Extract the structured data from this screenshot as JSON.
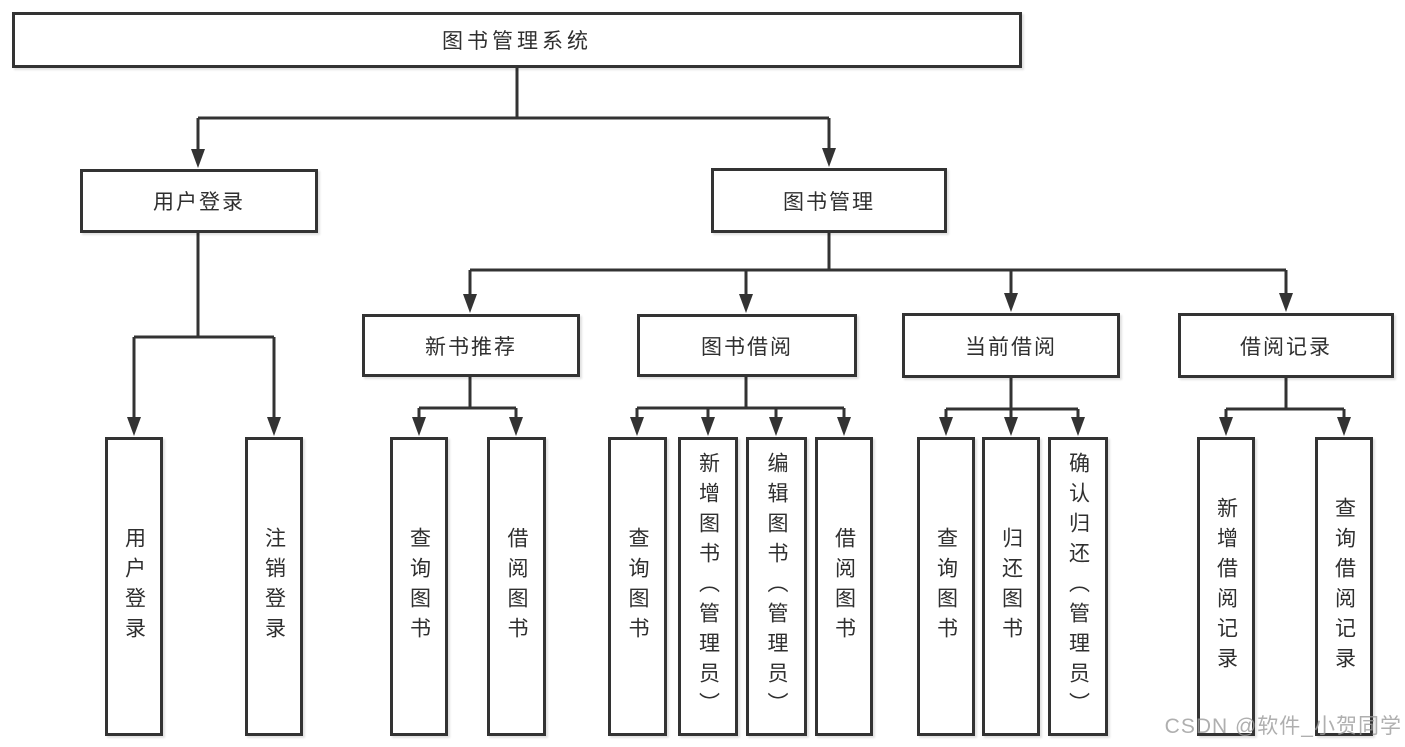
{
  "page": {
    "background": "#ffffff",
    "line_color": "#333333",
    "box_border_color": "#333333",
    "text_color": "#2f2f2f",
    "watermark_color": "#9b9b9b"
  },
  "tree": {
    "root": {
      "label": "图书管理系统"
    },
    "level2": [
      {
        "id": "user-login",
        "label": "用户登录"
      },
      {
        "id": "book-management",
        "label": "图书管理"
      }
    ],
    "level3": [
      {
        "id": "new-book-recommend",
        "label": "新书推荐"
      },
      {
        "id": "book-borrow",
        "label": "图书借阅"
      },
      {
        "id": "current-borrow",
        "label": "当前借阅"
      },
      {
        "id": "borrow-records",
        "label": "借阅记录"
      }
    ],
    "leaves": {
      "user_login": [
        "用户登录",
        "注销登录"
      ],
      "new_book_recommend": [
        "查询图书",
        "借阅图书"
      ],
      "book_borrow": [
        "查询图书",
        "新增图书（管理员）",
        "编辑图书（管理员）",
        "借阅图书"
      ],
      "current_borrow": [
        "查询图书",
        "归还图书",
        "确认归还（管理员）"
      ],
      "borrow_records": [
        "新增借阅记录",
        "查询借阅记录"
      ]
    }
  },
  "watermark": {
    "text": "CSDN @软件_小贺同学"
  }
}
